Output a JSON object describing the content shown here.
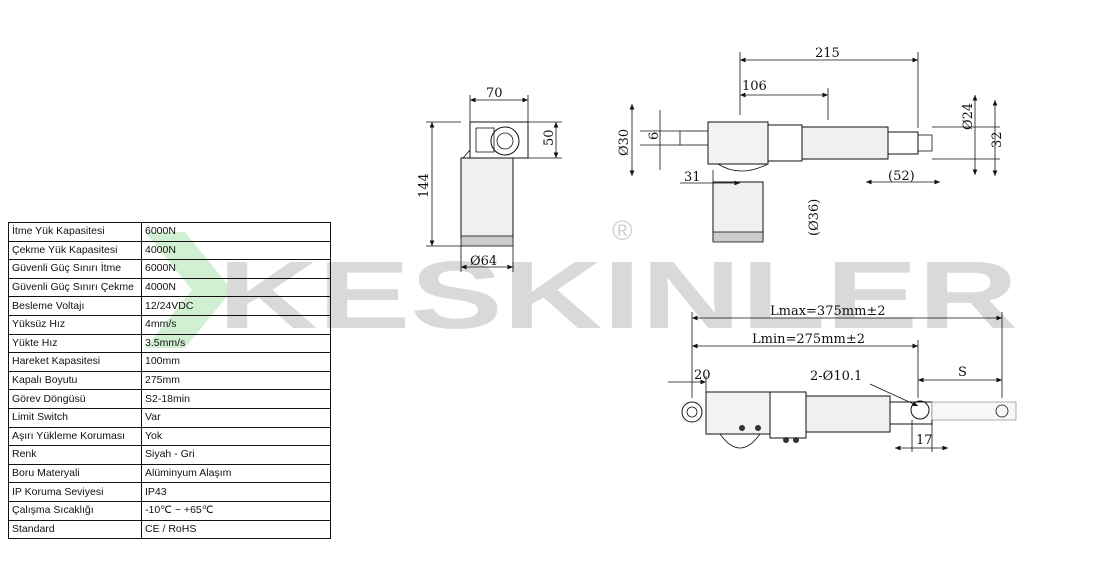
{
  "brand": {
    "name": "KESKINLER",
    "registered_mark": "®"
  },
  "specs": [
    {
      "label": "İtme Yük Kapasitesi",
      "value": "6000N"
    },
    {
      "label": "Çekme Yük Kapasitesi",
      "value": "4000N"
    },
    {
      "label": "Güvenli Güç Sınırı İtme",
      "value": "6000N"
    },
    {
      "label": "Güvenli Güç Sınırı Çekme",
      "value": "4000N"
    },
    {
      "label": "Besleme Voltajı",
      "value": "12/24VDC"
    },
    {
      "label": "Yüksüz Hız",
      "value": "4mm/s"
    },
    {
      "label": "Yükte Hız",
      "value": "3.5mm/s"
    },
    {
      "label": "Hareket Kapasitesi",
      "value": "100mm"
    },
    {
      "label": "Kapalı Boyutu",
      "value": "275mm"
    },
    {
      "label": "Görev Döngüsü",
      "value": "S2-18min"
    },
    {
      "label": "Limit Switch",
      "value": "Var"
    },
    {
      "label": "Aşırı Yükleme Koruması",
      "value": "Yok"
    },
    {
      "label": "Renk",
      "value": "Siyah - Gri"
    },
    {
      "label": "Boru Materyali",
      "value": "Alüminyum Alaşım"
    },
    {
      "label": "IP Koruma Seviyesi",
      "value": "IP43"
    },
    {
      "label": "Çalışma Sıcaklığı",
      "value": "-10℃ ~ +65℃"
    },
    {
      "label": "Standard",
      "value": "CE / RoHS"
    }
  ],
  "dimensions": {
    "width_70": "70",
    "height_50": "50",
    "height_144": "144",
    "dia_64": "Ø64",
    "length_215": "215",
    "length_106": "106",
    "dia_30": "Ø30",
    "dim_6": "6",
    "dim_31": "31",
    "dia_24": "Ø24",
    "dim_32": "32",
    "dim_52": "(52)",
    "dia_36": "(Ø36)",
    "lmax": "Lmax=375mm±2",
    "lmin": "Lmin=275mm±2",
    "dim_20": "20",
    "holes": "2-Ø10.1",
    "stroke": "S",
    "dim_17": "17"
  }
}
